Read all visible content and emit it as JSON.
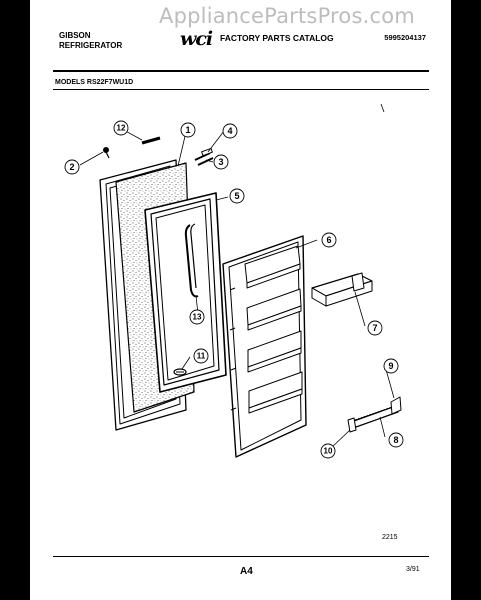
{
  "watermark": "AppliancePartsPros.com",
  "header": {
    "brand_line1": "GIBSON",
    "brand_line2": "REFRIGERATOR",
    "logo": "wci",
    "catalog_title": "FACTORY PARTS CATALOG",
    "catalog_number": "5995204137"
  },
  "models_label": "MODELS RS22F7WU1D",
  "callouts": [
    "1",
    "2",
    "3",
    "4",
    "5",
    "6",
    "7",
    "8",
    "9",
    "10",
    "11",
    "12",
    "13"
  ],
  "footer": {
    "figure_number": "2215",
    "page": "A4",
    "date": "3/91"
  }
}
